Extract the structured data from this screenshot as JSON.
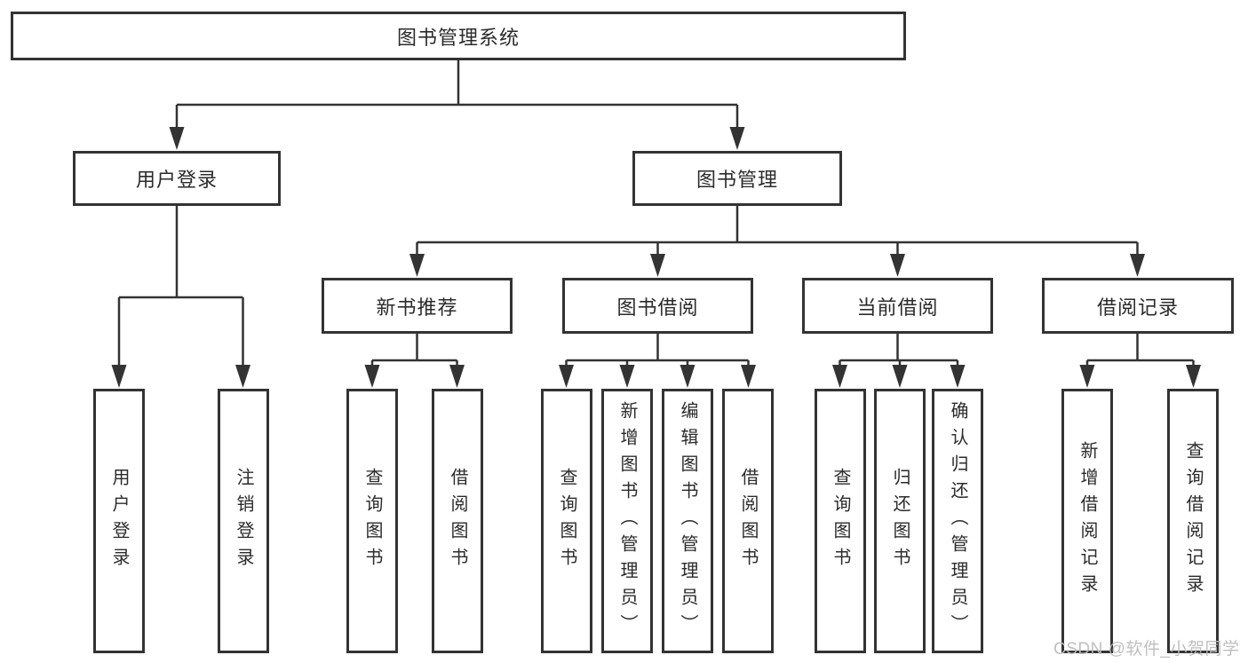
{
  "diagram": {
    "type": "hierarchy-tree",
    "nodes": {
      "root": "图书管理系统",
      "user_login": "用户登录",
      "book_mgmt": "图书管理",
      "new_book": "新书推荐",
      "book_borrow": "图书借阅",
      "current_borrow": "当前借阅",
      "borrow_record": "借阅记录",
      "leaf_user_login": "用户登录",
      "leaf_logout": "注销登录",
      "leaf_nb_query": "查询图书",
      "leaf_nb_borrow": "借阅图书",
      "leaf_bb_query": "查询图书",
      "leaf_bb_add": "新增图书（管理员）",
      "leaf_bb_edit": "编辑图书（管理员）",
      "leaf_bb_borrow": "借阅图书",
      "leaf_cb_query": "查询图书",
      "leaf_cb_return": "归还图书",
      "leaf_cb_confirm": "确认归还（管理员）",
      "leaf_br_add": "新增借阅记录",
      "leaf_br_query": "查询借阅记录"
    },
    "edges": [
      [
        "root",
        "user_login"
      ],
      [
        "root",
        "book_mgmt"
      ],
      [
        "user_login",
        "leaf_user_login"
      ],
      [
        "user_login",
        "leaf_logout"
      ],
      [
        "book_mgmt",
        "new_book"
      ],
      [
        "book_mgmt",
        "book_borrow"
      ],
      [
        "book_mgmt",
        "current_borrow"
      ],
      [
        "book_mgmt",
        "borrow_record"
      ],
      [
        "new_book",
        "leaf_nb_query"
      ],
      [
        "new_book",
        "leaf_nb_borrow"
      ],
      [
        "book_borrow",
        "leaf_bb_query"
      ],
      [
        "book_borrow",
        "leaf_bb_add"
      ],
      [
        "book_borrow",
        "leaf_bb_edit"
      ],
      [
        "book_borrow",
        "leaf_bb_borrow"
      ],
      [
        "current_borrow",
        "leaf_cb_query"
      ],
      [
        "current_borrow",
        "leaf_cb_return"
      ],
      [
        "current_borrow",
        "leaf_cb_confirm"
      ],
      [
        "borrow_record",
        "leaf_br_add"
      ],
      [
        "borrow_record",
        "leaf_br_query"
      ]
    ],
    "colors": {
      "line": "#333333",
      "text": "#2b2b2b",
      "background": "#ffffff",
      "watermark": "#bcbcbc"
    }
  },
  "watermark": "CSDN @软件_小贺同学"
}
